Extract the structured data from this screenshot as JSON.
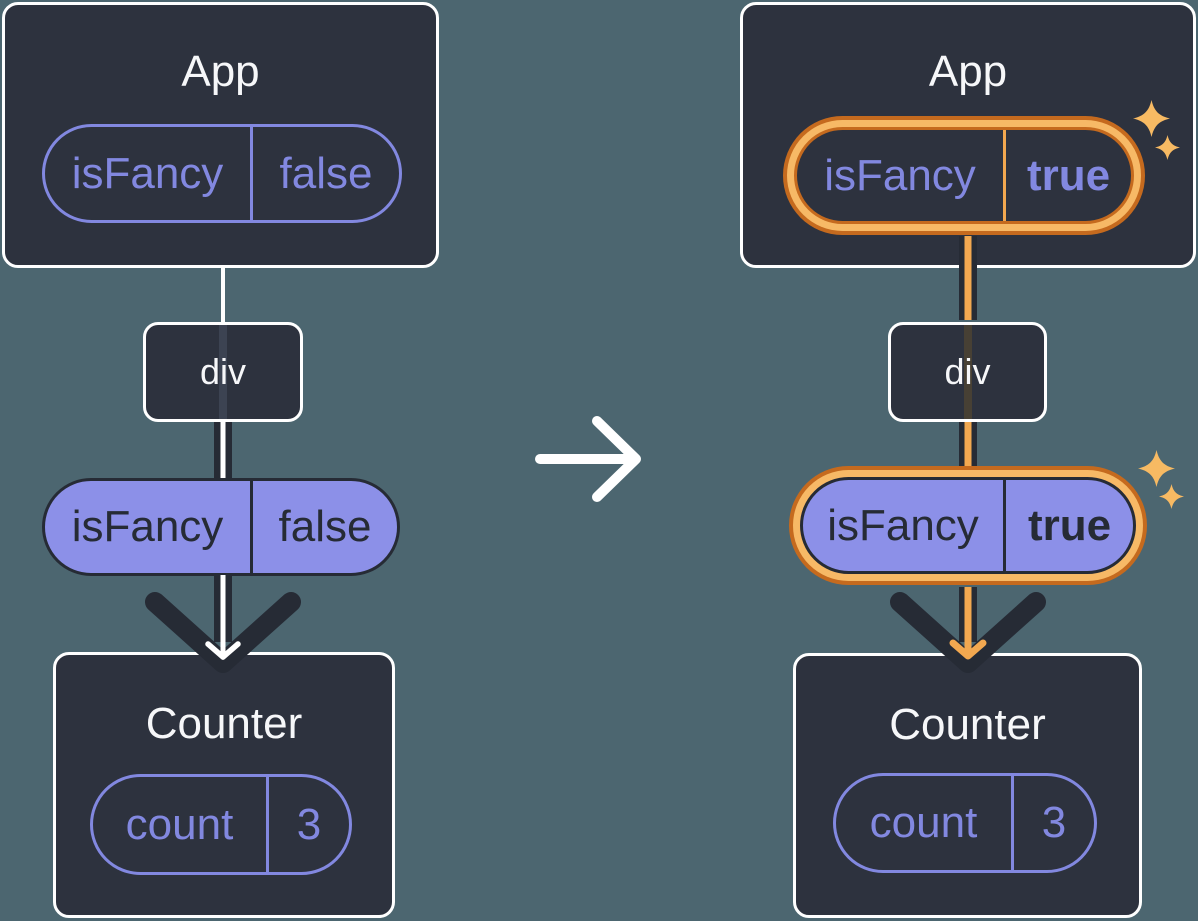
{
  "colors": {
    "background": "#4C6670",
    "box_fill": "#2D323E",
    "box_border": "#FFFFFF",
    "text_light": "#F6F7F9",
    "purple": "#8288E0",
    "purple_fill": "#8C90E8",
    "dark_ink": "#262B35",
    "orange_light": "#F7B966",
    "orange_mid": "#F2A850",
    "orange_dark": "#C56A1E",
    "sparkle": "#F7BA63",
    "div_stripe_before": "#3C4352",
    "div_stripe_after": "#474034"
  },
  "panels": {
    "before": {
      "app_title": "App",
      "app_state": {
        "name": "isFancy",
        "value": "false"
      },
      "div_label": "div",
      "prop": {
        "name": "isFancy",
        "value": "false"
      },
      "counter_title": "Counter",
      "counter_state": {
        "name": "count",
        "value": "3"
      }
    },
    "after": {
      "app_title": "App",
      "app_state": {
        "name": "isFancy",
        "value": "true"
      },
      "div_label": "div",
      "prop": {
        "name": "isFancy",
        "value": "true"
      },
      "counter_title": "Counter",
      "counter_state": {
        "name": "count",
        "value": "3"
      }
    }
  }
}
